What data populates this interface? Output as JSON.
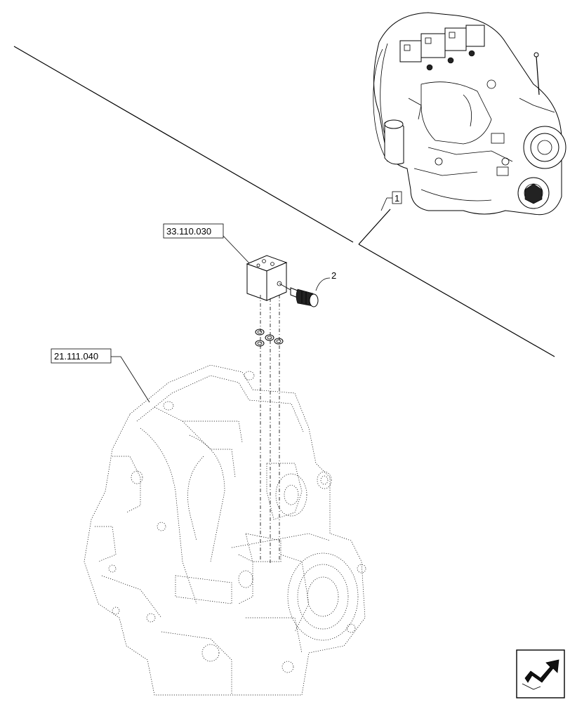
{
  "callouts": {
    "ref_top": "1",
    "ref_block": "33.110.030",
    "ref_housing": "21.111.040",
    "item_2": "2"
  },
  "icons": {
    "nav": "arrow-navigation-icon"
  }
}
